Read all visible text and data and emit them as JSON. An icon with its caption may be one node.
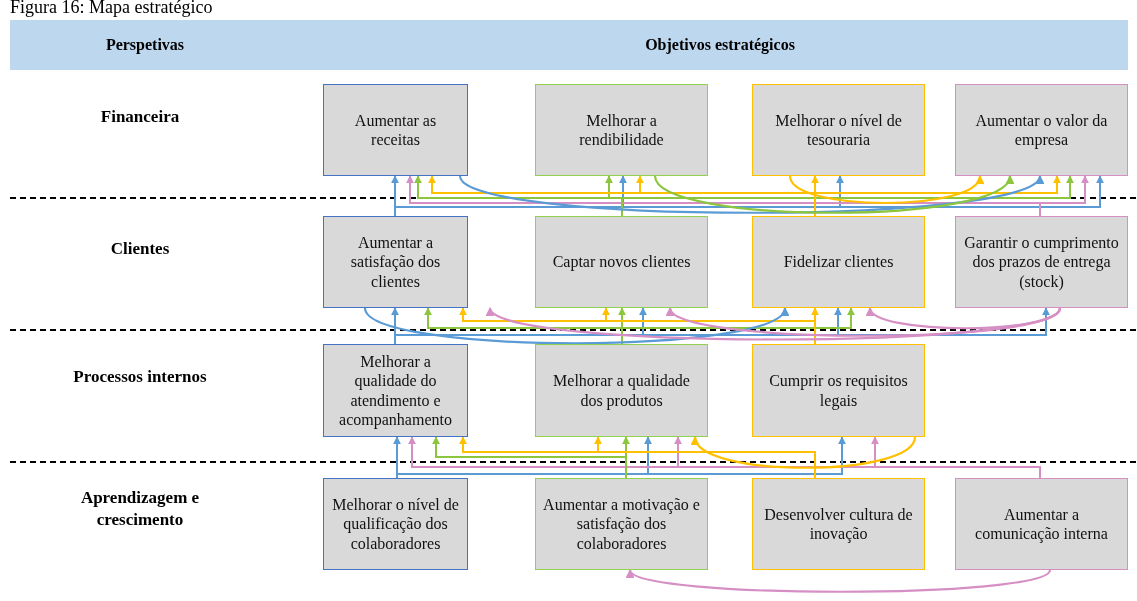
{
  "diagram": {
    "title": "Figura 16: Mapa estratégico",
    "nodes": [
      {
        "text": [
          "Perspetivas",
          "Objetivos estratégicos"
        ]
      },
      {
        "text": [
          "Aumentar as receitas"
        ]
      },
      {
        "text": [
          "Melhorar a rendibilidade"
        ]
      },
      {
        "text": [
          "Melhorar o nível de tesouraria"
        ]
      },
      {
        "text": [
          "Aumentar o valor da empresa"
        ]
      },
      {
        "text": [
          "Aumentar a satisfação dos clientes"
        ]
      },
      {
        "text": [
          "Captar novos clientes"
        ]
      },
      {
        "text": [
          "Fidelizar clientes"
        ]
      },
      {
        "text": [
          "Garantir o cumprimento dos prazos de entrega (stock)"
        ]
      },
      {
        "text": [
          "Melhorar a qualidade do atendimento e acompanhamento"
        ]
      },
      {
        "text": [
          "Melhorar a qualidade dos produtos"
        ]
      },
      {
        "text": [
          "Cumprir os requisitos legais"
        ]
      },
      {
        "text": [
          "Melhorar o nível de qualificação dos colaboradores"
        ]
      },
      {
        "text": [
          "Aumentar a motivação e satisfação dos colaboradores"
        ]
      },
      {
        "text": [
          "Desenvolver cultura de inovação"
        ]
      },
      {
        "text": [
          "Aumentar a comunicação interna"
        ]
      }
    ],
    "edges": [
      {
        "from": 5,
        "to": 1,
        "arrow": "to",
        "color": "#5b9bd5"
      },
      {
        "from": 5,
        "to": 2,
        "arrow": "to",
        "color": "#5b9bd5"
      },
      {
        "from": 5,
        "to": 3,
        "arrow": "to",
        "color": "#5b9bd5"
      },
      {
        "from": 5,
        "to": 4,
        "arrow": "to",
        "color": "#5b9bd5"
      },
      {
        "from": 8,
        "to": 1,
        "arrow": "to",
        "color": "#d68fc4"
      },
      {
        "from": 8,
        "to": 4,
        "arrow": "to",
        "color": "#d68fc4"
      },
      {
        "from": 6,
        "to": 1,
        "arrow": "to",
        "color": "#8cc63f"
      },
      {
        "from": 6,
        "to": 2,
        "arrow": "to",
        "color": "#8cc63f"
      },
      {
        "from": 6,
        "to": 4,
        "arrow": "to",
        "color": "#8cc63f"
      },
      {
        "from": 7,
        "to": 1,
        "arrow": "to",
        "color": "#ffc000"
      },
      {
        "from": 7,
        "to": 2,
        "arrow": "to",
        "color": "#ffc000"
      },
      {
        "from": 7,
        "to": 3,
        "arrow": "to",
        "color": "#ffc000"
      },
      {
        "from": 7,
        "to": 4,
        "arrow": "to",
        "color": "#ffc000"
      },
      {
        "from": 1,
        "to": 4,
        "arrow": "to",
        "color": "#5b9bd5"
      },
      {
        "from": 2,
        "to": 4,
        "arrow": "to",
        "color": "#8cc63f"
      },
      {
        "from": 3,
        "to": 4,
        "arrow": "to",
        "color": "#ffc000"
      },
      {
        "from": 9,
        "to": 5,
        "arrow": "to",
        "color": "#5b9bd5"
      },
      {
        "from": 9,
        "to": 6,
        "arrow": "to",
        "color": "#5b9bd5"
      },
      {
        "from": 9,
        "to": 7,
        "arrow": "to",
        "color": "#5b9bd5"
      },
      {
        "from": 9,
        "to": 8,
        "arrow": "to",
        "color": "#5b9bd5"
      },
      {
        "from": 10,
        "to": 5,
        "arrow": "to",
        "color": "#8cc63f"
      },
      {
        "from": 10,
        "to": 6,
        "arrow": "to",
        "color": "#8cc63f"
      },
      {
        "from": 10,
        "to": 7,
        "arrow": "to",
        "color": "#8cc63f"
      },
      {
        "from": 11,
        "to": 5,
        "arrow": "to",
        "color": "#ffc000"
      },
      {
        "from": 11,
        "to": 6,
        "arrow": "to",
        "color": "#ffc000"
      },
      {
        "from": 11,
        "to": 7,
        "arrow": "to",
        "color": "#ffc000"
      },
      {
        "from": 5,
        "to": 7,
        "arrow": "to",
        "color": "#5b9bd5"
      },
      {
        "from": 8,
        "to": 5,
        "arrow": "to",
        "color": "#d68fc4"
      },
      {
        "from": 8,
        "to": 6,
        "arrow": "to",
        "color": "#d68fc4"
      },
      {
        "from": 8,
        "to": 7,
        "arrow": "to",
        "color": "#d68fc4"
      },
      {
        "from": 12,
        "to": 9,
        "arrow": "to",
        "color": "#5b9bd5"
      },
      {
        "from": 12,
        "to": 10,
        "arrow": "to",
        "color": "#5b9bd5"
      },
      {
        "from": 12,
        "to": 11,
        "arrow": "to",
        "color": "#5b9bd5"
      },
      {
        "from": 15,
        "to": 9,
        "arrow": "to",
        "color": "#d68fc4"
      },
      {
        "from": 15,
        "to": 10,
        "arrow": "to",
        "color": "#d68fc4"
      },
      {
        "from": 15,
        "to": 11,
        "arrow": "to",
        "color": "#d68fc4"
      },
      {
        "from": 13,
        "to": 9,
        "arrow": "to",
        "color": "#8cc63f"
      },
      {
        "from": 13,
        "to": 10,
        "arrow": "to",
        "color": "#8cc63f"
      },
      {
        "from": 14,
        "to": 9,
        "arrow": "to",
        "color": "#ffc000"
      },
      {
        "from": 14,
        "to": 10,
        "arrow": "to",
        "color": "#ffc000"
      },
      {
        "from": 11,
        "to": 10,
        "arrow": "to",
        "color": "#ffc000"
      },
      {
        "from": 15,
        "to": 13,
        "arrow": "to",
        "color": "#d68fc4"
      }
    ],
    "labels": [
      "Financeira",
      "Clientes",
      "Processos internos",
      "Aprendizagem e crescimento"
    ]
  }
}
